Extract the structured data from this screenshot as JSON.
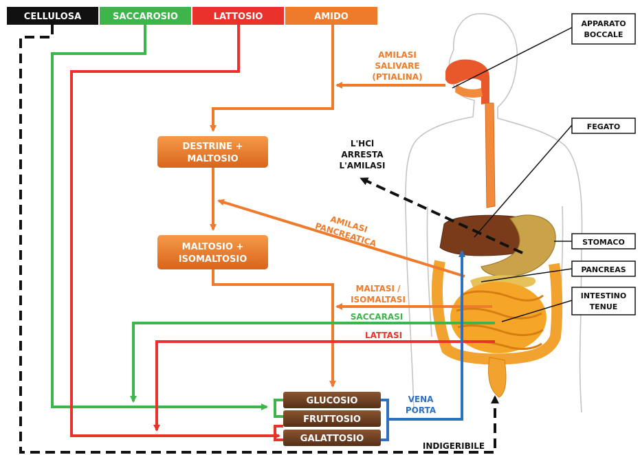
{
  "sources": {
    "cellulosa": "CELLULOSA",
    "saccarosio": "SACCAROSIO",
    "lattosio": "LATTOSIO",
    "amido": "AMIDO"
  },
  "intermediates": {
    "destrine": [
      "DESTRINE +",
      "MALTOSIO"
    ],
    "maltosio": [
      "MALTOSIO +",
      "ISOMALTOSIO"
    ]
  },
  "products": {
    "glucosio": "GLUCOSIO",
    "fruttosio": "FRUTTOSIO",
    "galattosio": "GALATTOSIO"
  },
  "enzymes": {
    "amilasi_salivare": [
      "AMILASI",
      "SALIVARE",
      "(PTIALINA)"
    ],
    "amilasi_pancreatica": [
      "AMILASI",
      "PANCREATICA"
    ],
    "maltasi": [
      "MALTASI /",
      "ISOMALTASI"
    ],
    "saccarasi": "SACCARASI",
    "lattasi": "LATTASI"
  },
  "notes": {
    "hcl": [
      "L'HCl",
      "ARRESTA",
      "L'AMILASI"
    ],
    "vena_porta": [
      "VENA",
      "PORTA"
    ],
    "indigeribile": "INDIGERIBILE"
  },
  "organs": {
    "apparato_boccale": [
      "APPARATO",
      "BOCCALE"
    ],
    "fegato": "FEGATO",
    "stomaco": "STOMACO",
    "pancreas": "PANCREAS",
    "intestino_tenue": [
      "INTESTINO",
      "TENUE"
    ]
  },
  "colors": {
    "black": "#111111",
    "green": "#3db54a",
    "red": "#e8322b",
    "orange": "#ee7b2c",
    "blue": "#2f6fbf",
    "brown": "#6b3f22",
    "body_outline": "#bfbfbf"
  }
}
